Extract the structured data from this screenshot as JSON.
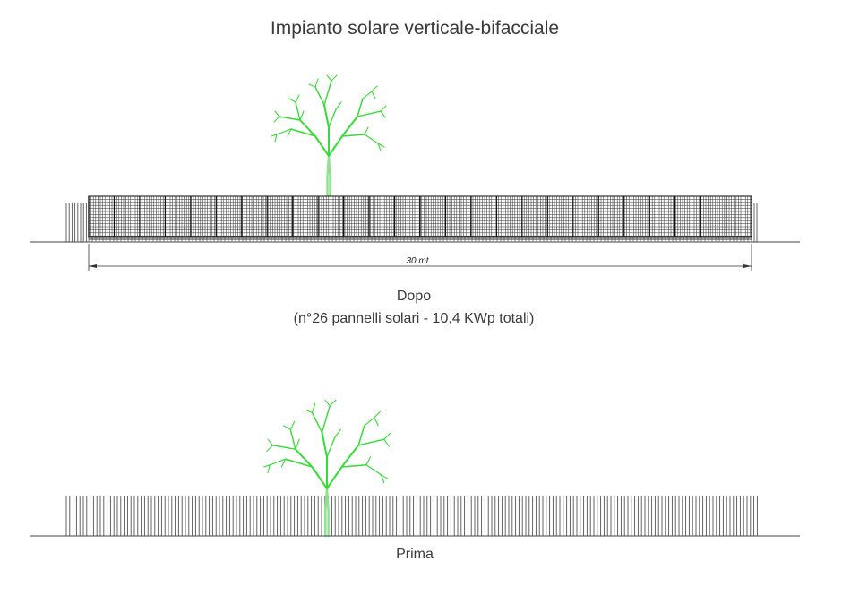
{
  "title": "Impianto solare verticale-bifacciale",
  "after": {
    "label": "Dopo",
    "sublabel": "(n°26 pannelli solari - 10,4 KWp totali)",
    "dimension_label": "30 mt"
  },
  "before": {
    "label": "Prima"
  },
  "colors": {
    "tree": "#33dd33",
    "trunk": "#8fe08f",
    "panel": "#333333",
    "fence": "#555555",
    "ground": "#444444"
  }
}
